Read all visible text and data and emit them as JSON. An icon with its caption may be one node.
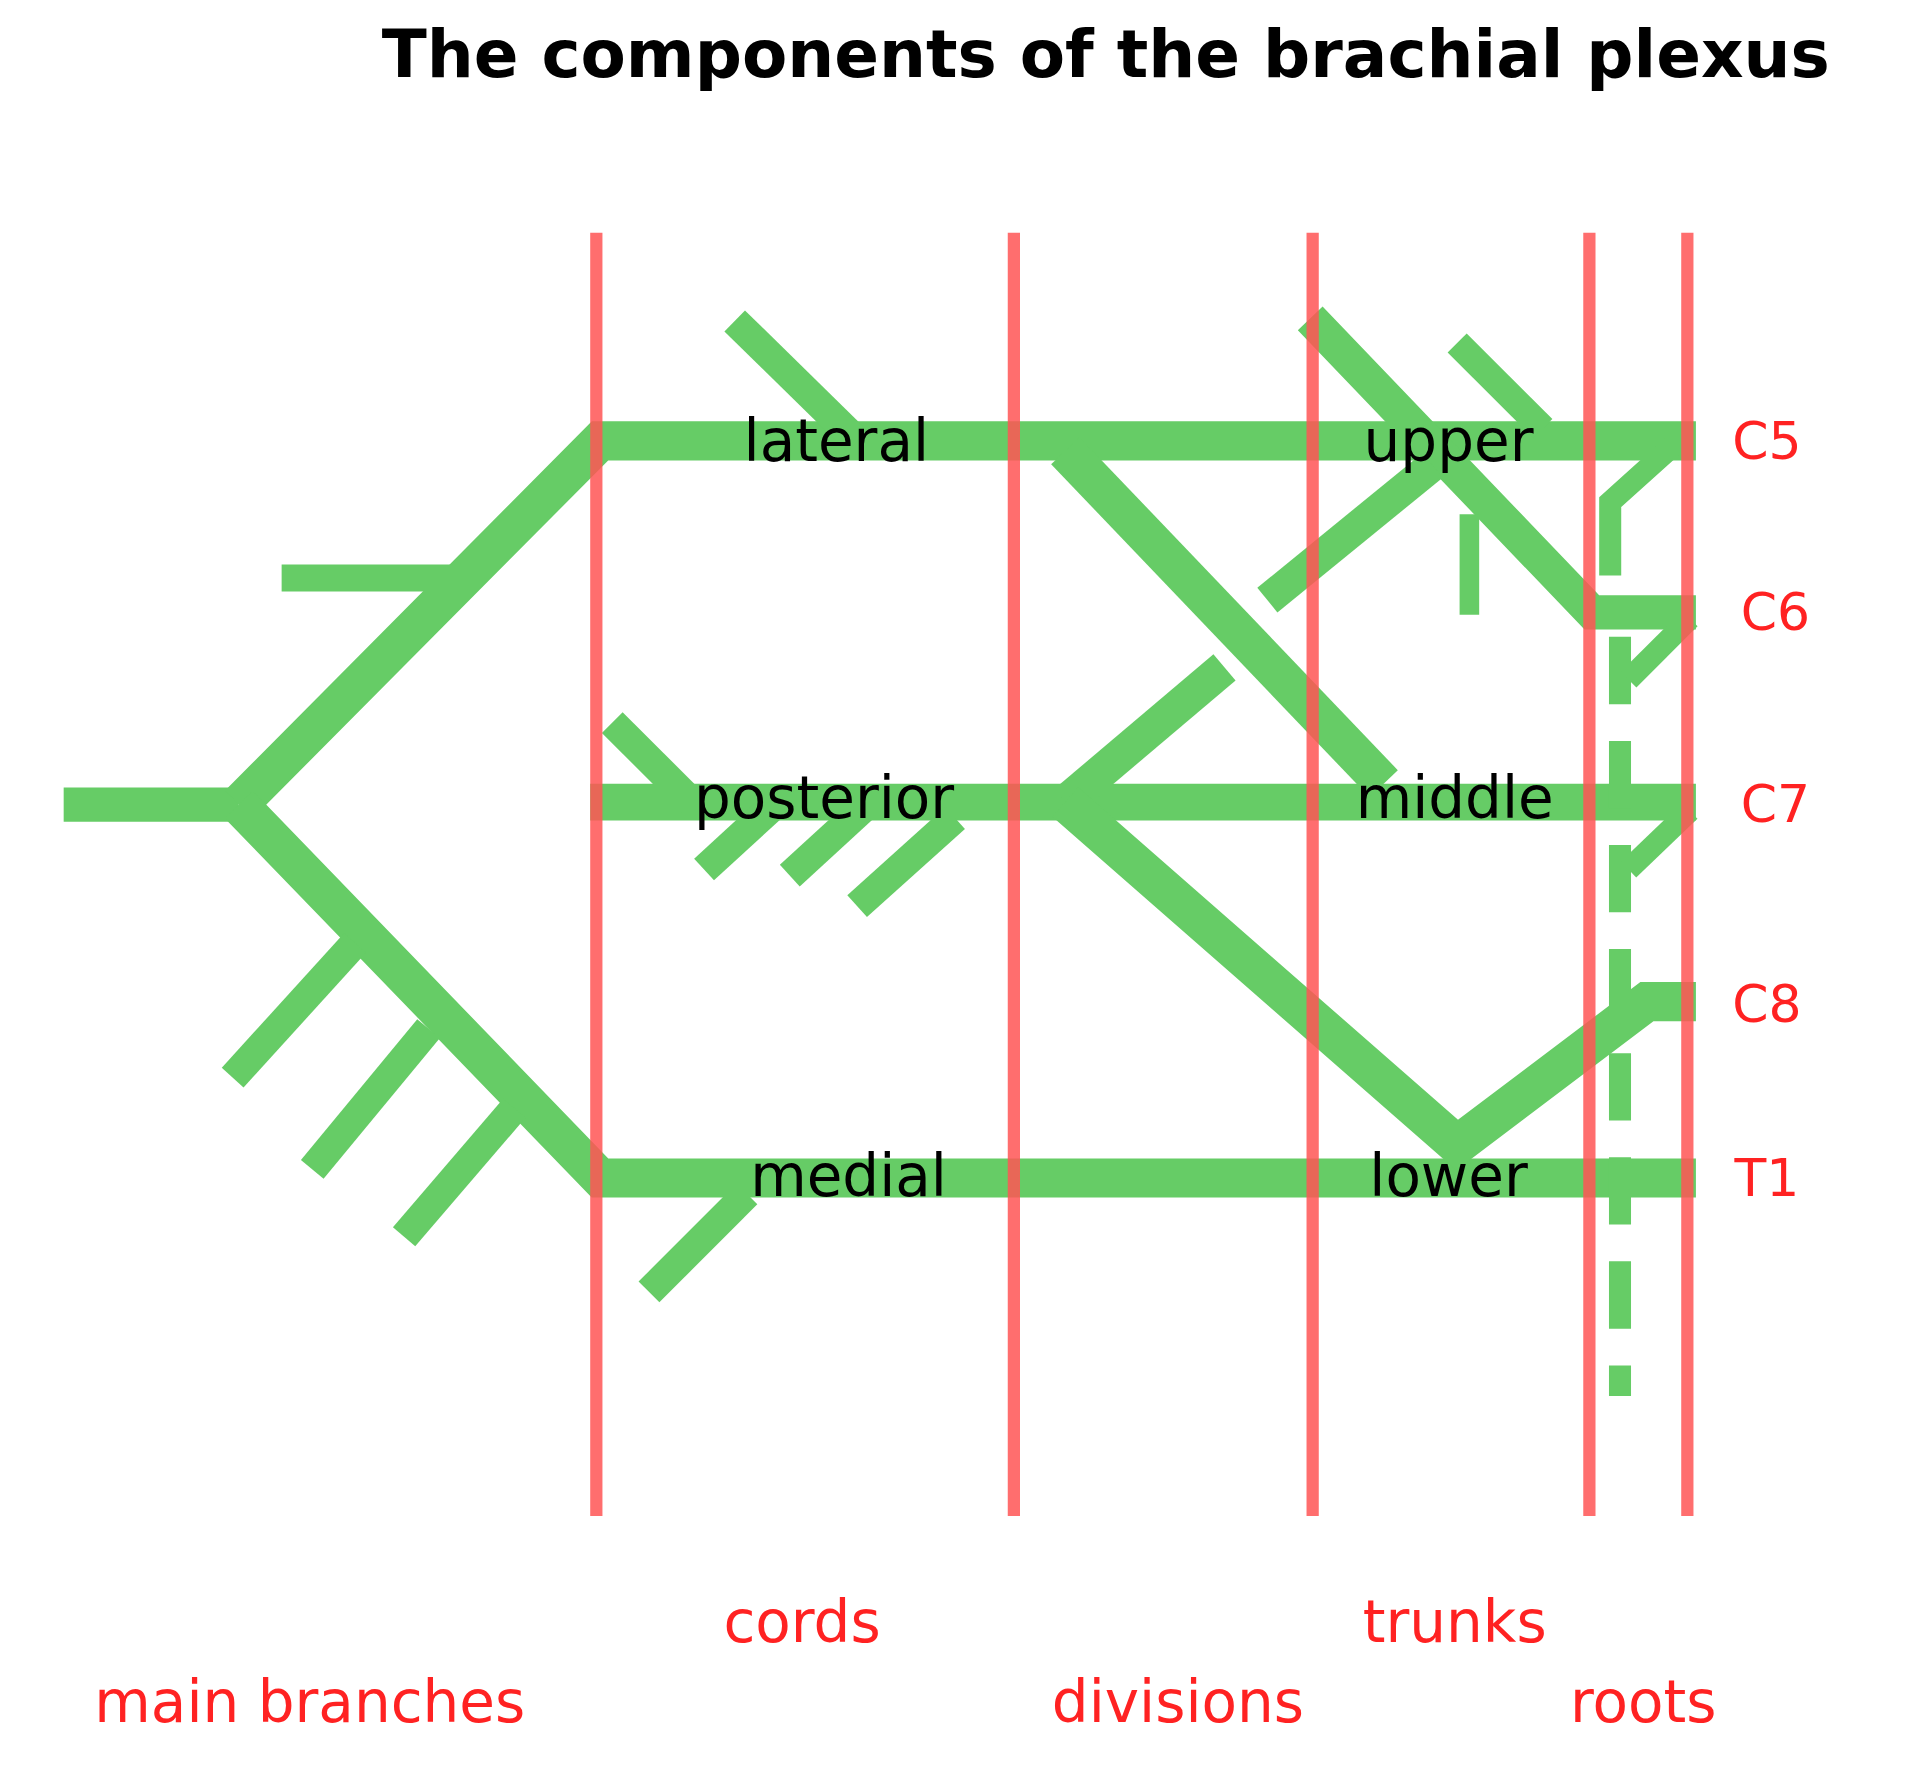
{
  "diagram": {
    "title": "The components of the brachial plexus",
    "labels": [
      "lateral",
      "upper",
      "C5",
      "C6",
      "posterior",
      "middle",
      "C7",
      "C8",
      "medial",
      "lower",
      "T1",
      "cords",
      "trunks",
      "main branches",
      "divisions",
      "roots"
    ]
  }
}
